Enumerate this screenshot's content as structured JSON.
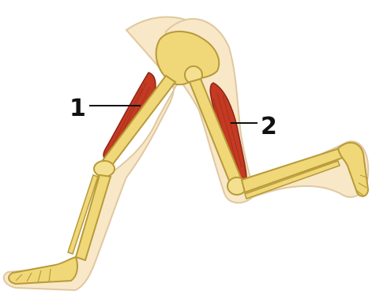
{
  "diagram": {
    "labels": [
      {
        "id": "muscle-1",
        "text": "1"
      },
      {
        "id": "muscle-2",
        "text": "2"
      }
    ]
  },
  "colors": {
    "skin": "#f8e8c8",
    "skin_outline": "#e0c8a0",
    "bone": "#f0d878",
    "bone_outline": "#b89a3a",
    "muscle": "#c43a22",
    "muscle_dark": "#8e2414",
    "label": "#111111"
  }
}
